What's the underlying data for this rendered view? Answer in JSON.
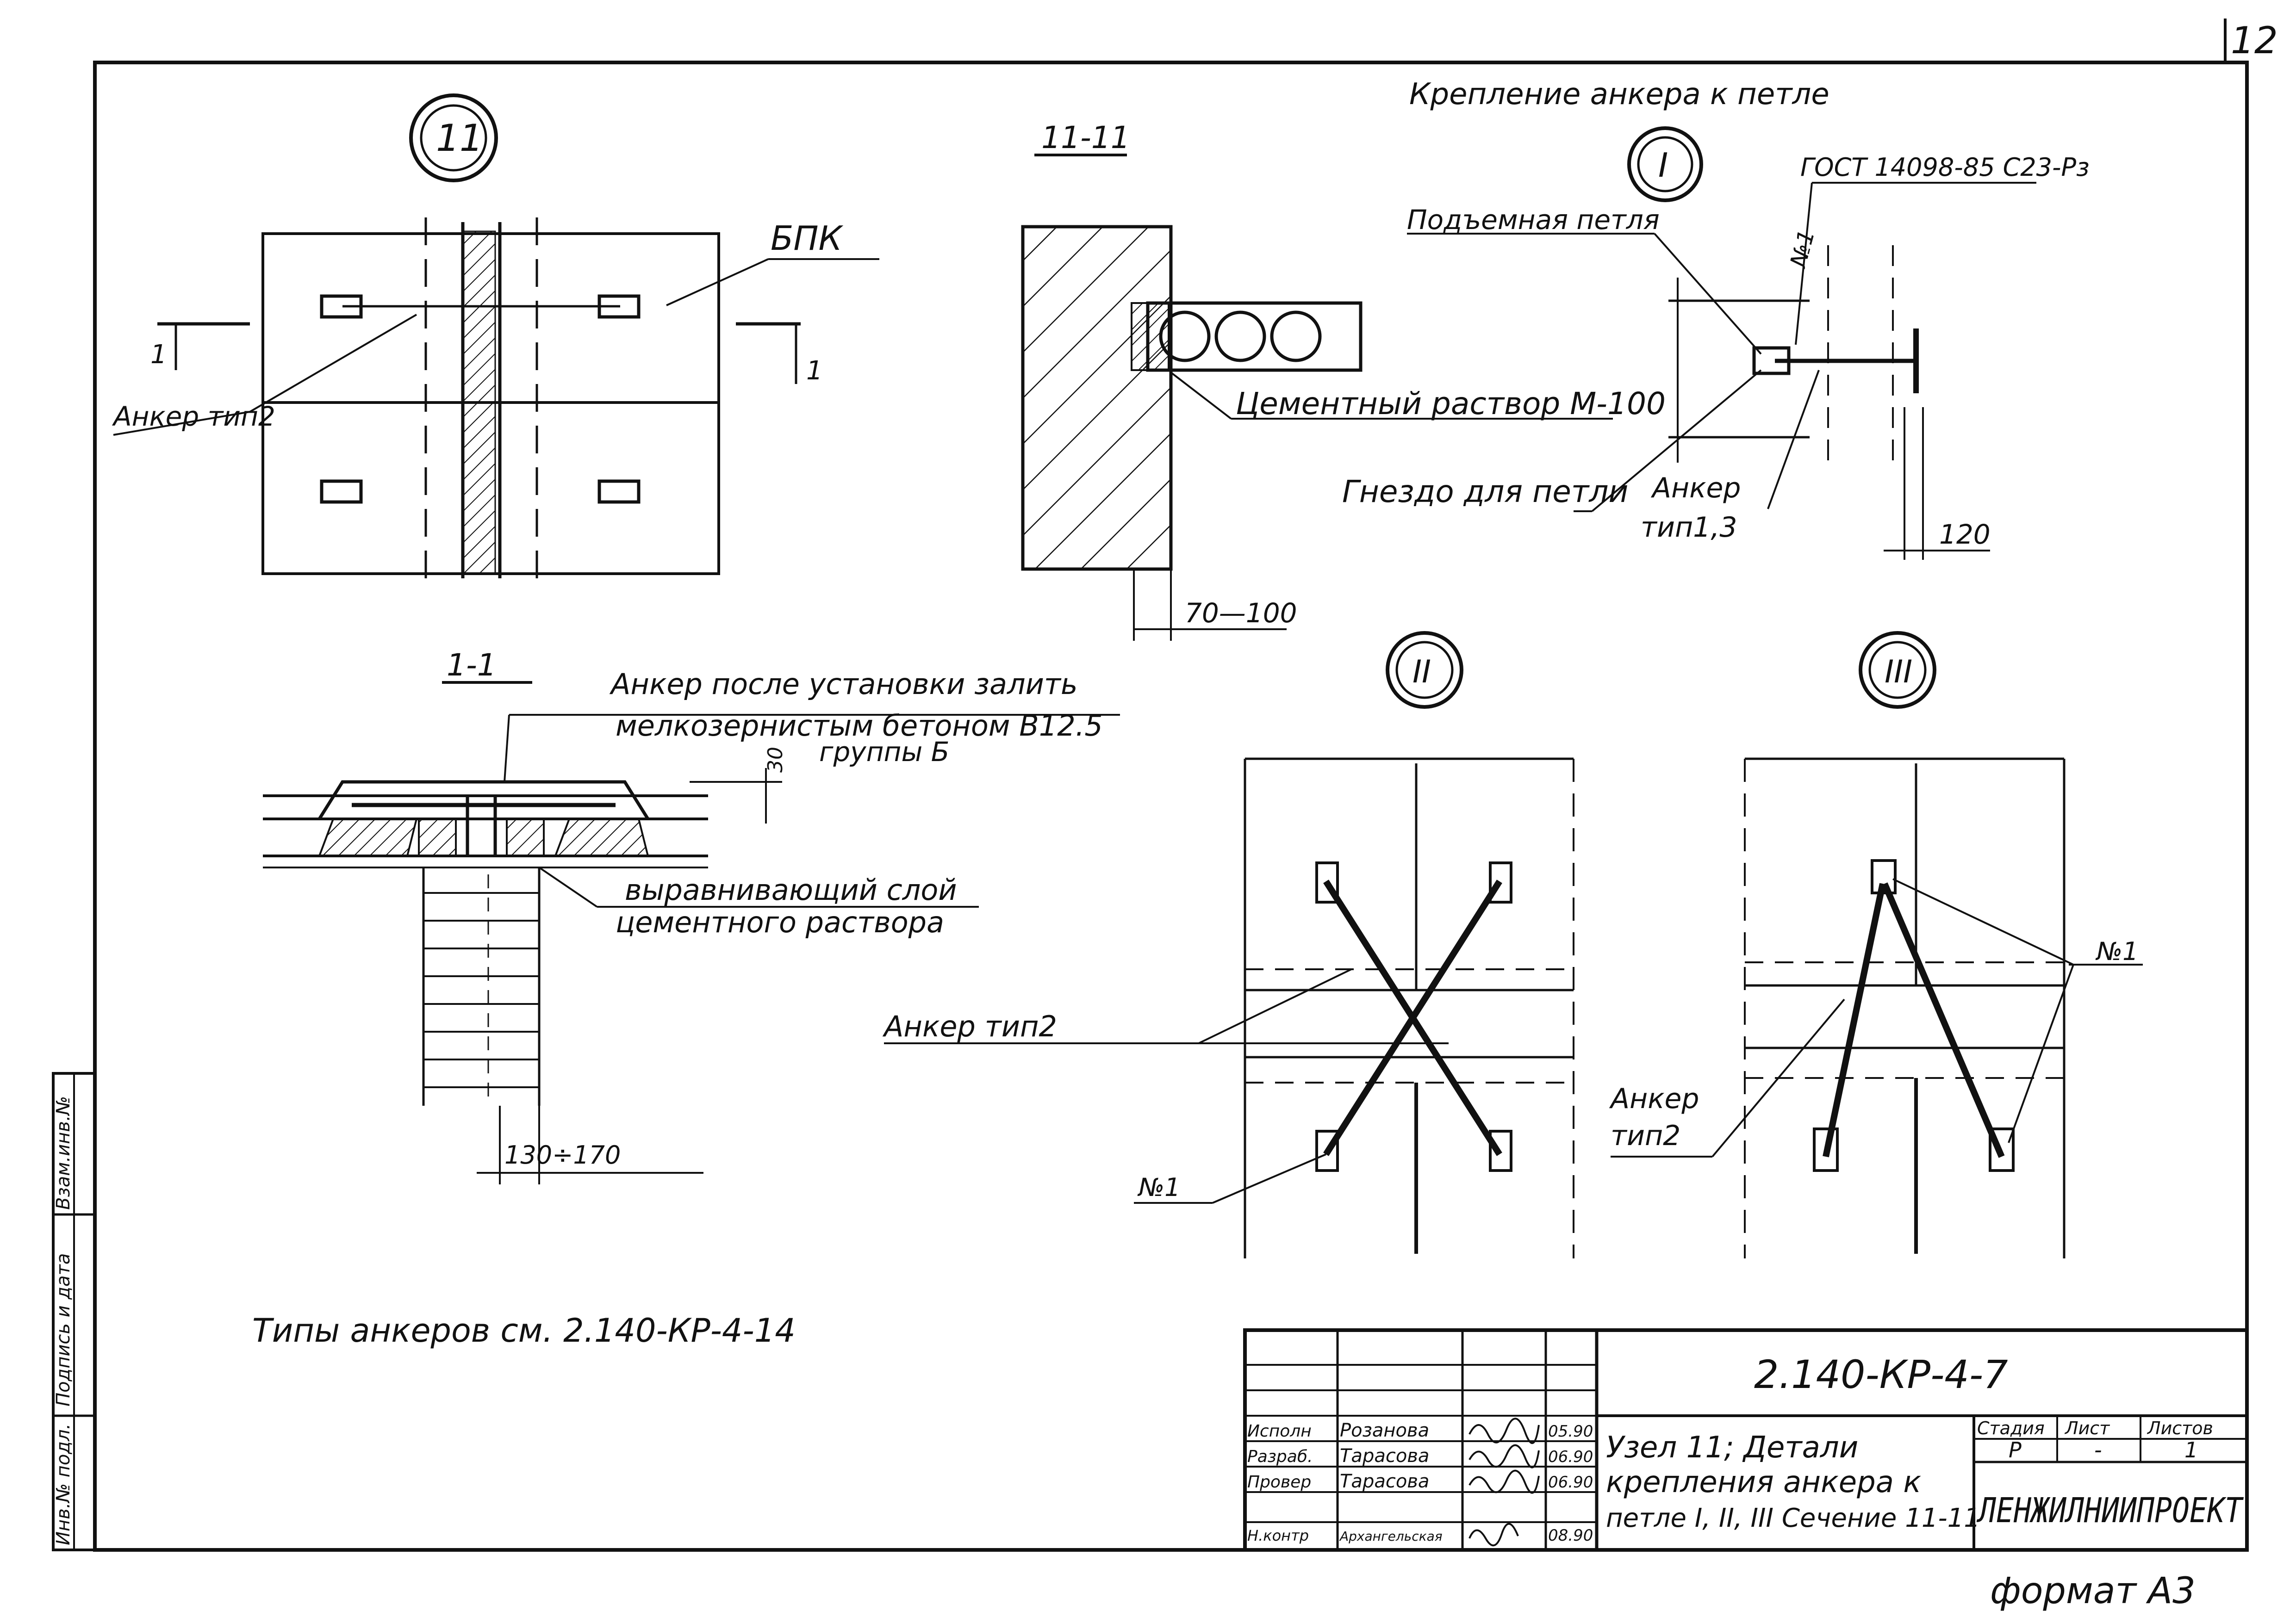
{
  "sheet": {
    "sheet_number": "12",
    "format": "формат А3",
    "anchor_types_note": "Типы анкеров см. 2.140-КР-4-14"
  },
  "node11": {
    "marker": "11",
    "label_bpk": "БПК",
    "label_anchor_type2": "Анкер тип2",
    "cut_mark_1": "1"
  },
  "section_11_11": {
    "title": "11-11",
    "mortar": "Цементный раствор М-100",
    "dimension": "70—100"
  },
  "section_1_1": {
    "title": "1-1",
    "note_line1": "Анкер после установки залить",
    "note_line2": "мелкозернистым бетоном В12.5",
    "note_line3": "группы Б",
    "dim_30": "30",
    "leveling_line1": "выравнивающий слой",
    "leveling_line2": "цементного раствора",
    "dimension": "130÷170"
  },
  "detail_I": {
    "heading": "Крепление анкера к петле",
    "marker": "I",
    "gost": "ГОСТ 14098-85 С23-Рз",
    "lifting_loop": "Подъемная петля",
    "socket": "Гнездо для петли",
    "anchor_line1": "Анкер",
    "anchor_line2": "тип1,3",
    "n1": "№1",
    "dimension": "120"
  },
  "detail_II": {
    "marker": "II",
    "anchor_type2": "Анкер тип2",
    "n1": "№1"
  },
  "detail_III": {
    "marker": "III",
    "anchor_line1": "Анкер",
    "anchor_line2": "тип2",
    "n1": "№1"
  },
  "side_stamp": [
    "Инв.№ подл.",
    "Подпись и дата",
    "Взам.инв.№"
  ],
  "title_block": {
    "code": "2.140-КР-4-7",
    "rows": [
      {
        "role": "Исполн",
        "name": "Розанова",
        "date": "05.90"
      },
      {
        "role": "Разраб.",
        "name": "Тарасова",
        "date": "06.90"
      },
      {
        "role": "Провер",
        "name": "Тарасова",
        "date": "06.90"
      },
      {
        "role": "Н.контр",
        "name": "Архангельская",
        "date": "08.90"
      }
    ],
    "title_line1": "Узел 11; Детали",
    "title_line2": "крепления анкера к",
    "title_line3": "петле I, II, III Сечение 11-11",
    "stage_header": "Стадия",
    "sheet_header": "Лист",
    "sheets_header": "Листов",
    "stage_value": "Р",
    "sheet_value": "-",
    "sheets_value": "1",
    "organization": "ЛЕНЖИЛНИИПРОЕКТ"
  }
}
